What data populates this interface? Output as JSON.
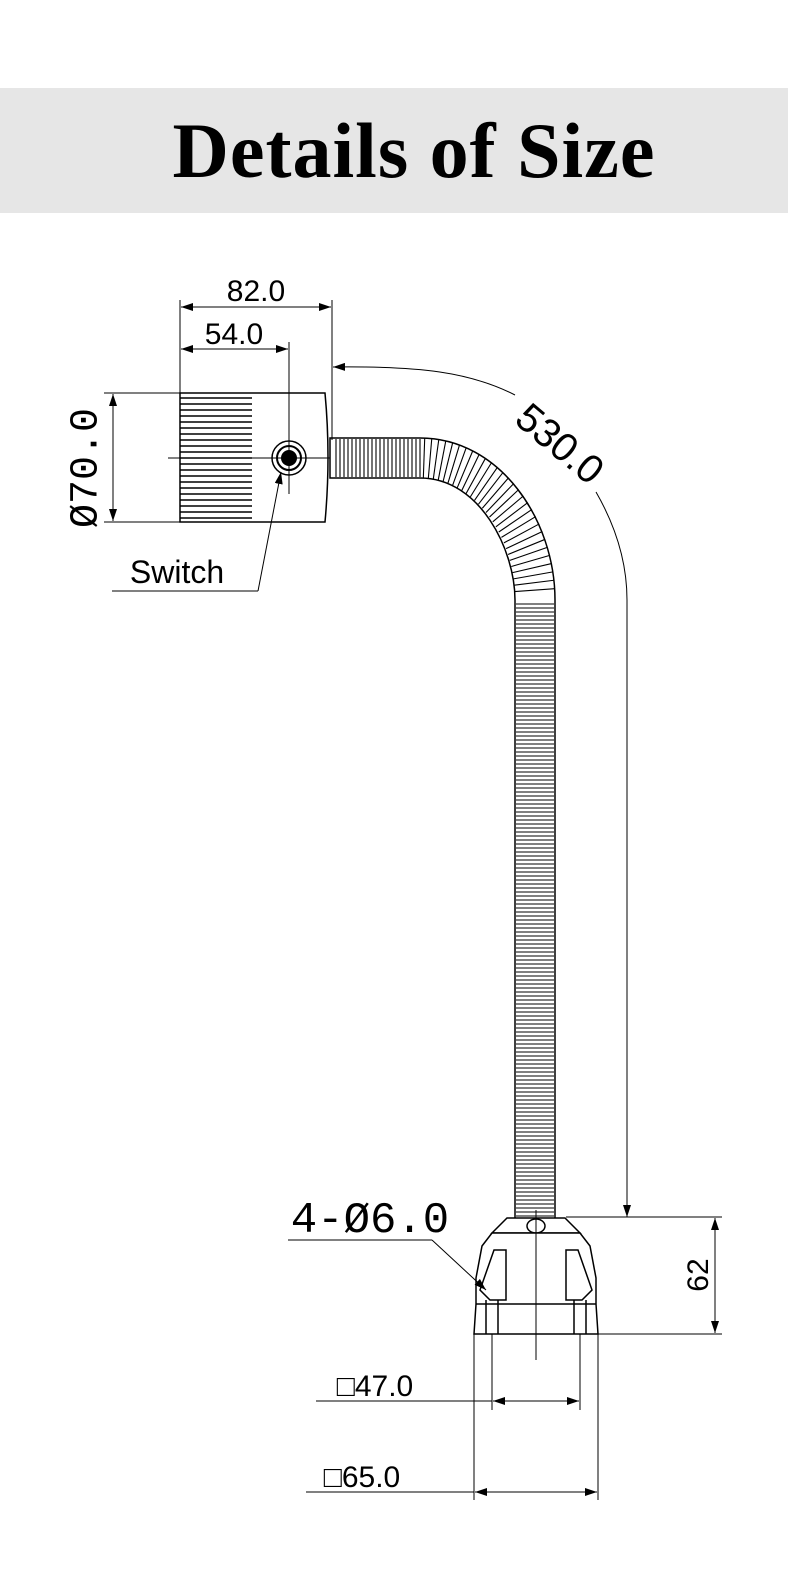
{
  "header": {
    "title": "Details of Size"
  },
  "dimensions": {
    "total_length": "82.0",
    "head_length": "54.0",
    "head_diameter": "Ø70.0",
    "gooseneck_length": "530.0",
    "base_height": "62",
    "mount_holes": "4-Ø6.0",
    "inner_square": "□47.0",
    "outer_square": "□65.0"
  },
  "labels": {
    "switch": "Switch"
  },
  "colors": {
    "line": "#000000",
    "title_band": "#e6e6e6"
  }
}
